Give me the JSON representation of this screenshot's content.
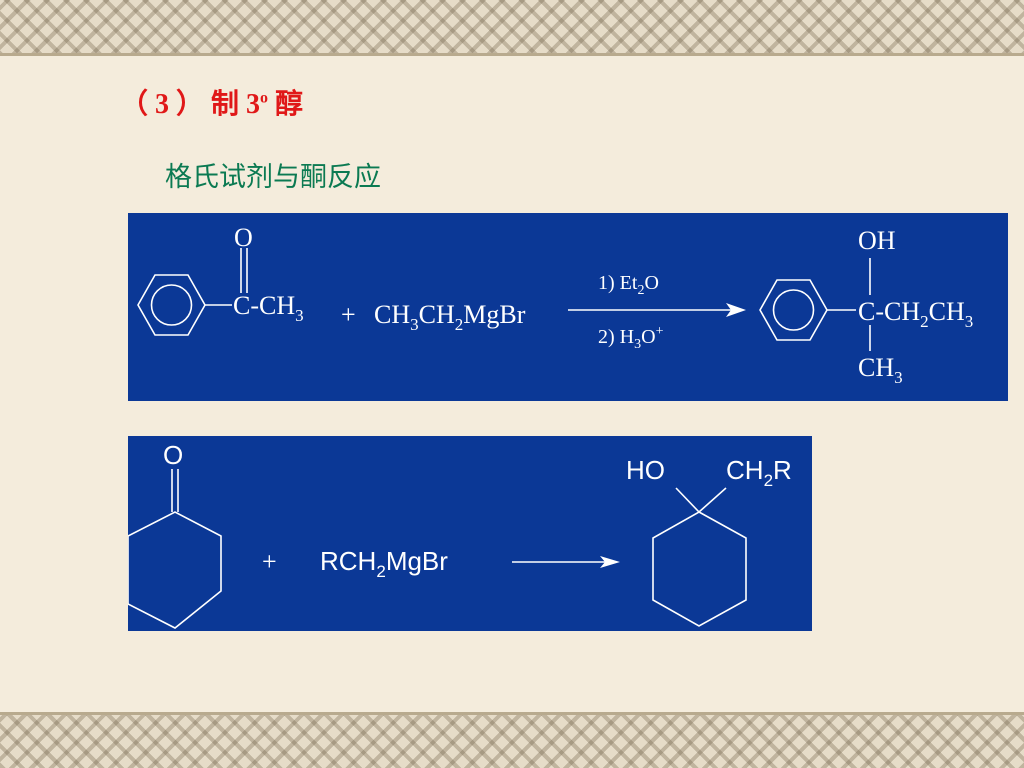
{
  "heading": {
    "prefix": "（ 3 ） 制 3",
    "superscript": "o",
    "suffix": " 醇"
  },
  "subheading": "格氏试剂与酮反应",
  "reaction1": {
    "reactant_oxygen": "O",
    "reactant_group": "C-CH",
    "reactant_group_sub": "3",
    "plus": "+",
    "reagent": {
      "p1": "CH",
      "s1": "3",
      "p2": "CH",
      "s2": "2",
      "p3": "MgBr"
    },
    "condition1": {
      "p1": "1)  Et",
      "s1": "2",
      "p2": "O"
    },
    "condition2": {
      "p1": "2)  H",
      "s1": "3",
      "p2": "O",
      "sup": "+"
    },
    "product_oh": "OH",
    "product_chain": {
      "p1": "C-CH",
      "s1": "2",
      "p2": "CH",
      "s2": "3"
    },
    "product_methyl": {
      "p1": "CH",
      "s1": "3"
    }
  },
  "reaction2": {
    "reactant_oxygen": "O",
    "plus": "+",
    "reagent": {
      "p1": "RCH",
      "s1": "2",
      "p2": "MgBr"
    },
    "product_ho": "HO",
    "product_ch2r": {
      "p1": "CH",
      "s1": "2",
      "p2": "R"
    }
  }
}
